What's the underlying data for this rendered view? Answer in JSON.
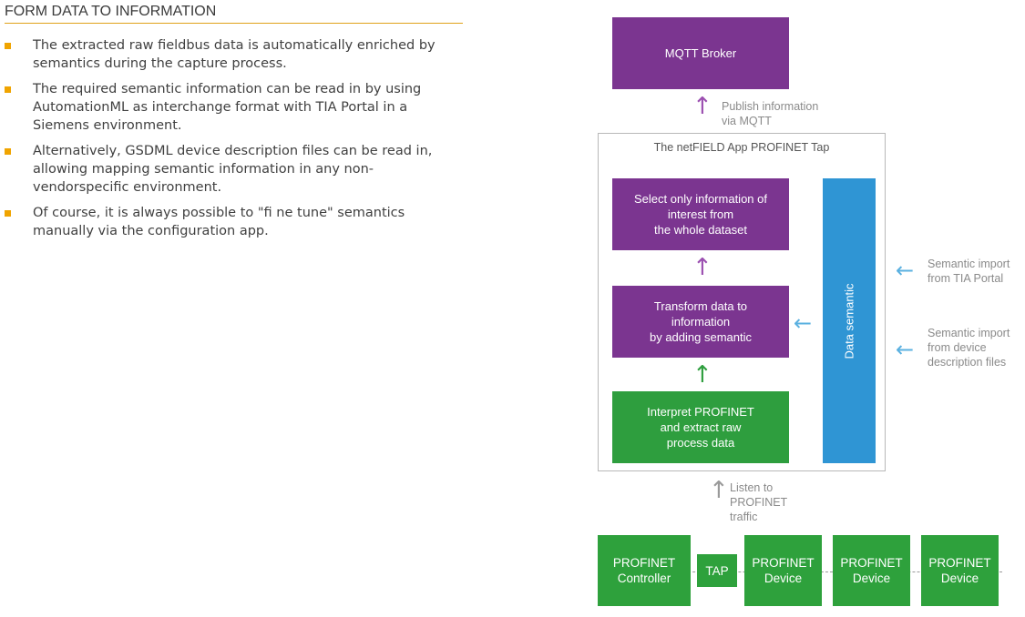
{
  "heading": "FORM DATA TO INFORMATION",
  "bullets": [
    "The extracted raw fieldbus data is automatically enriched by semantics during the capture process.",
    "The required semantic information can be read in by using AutomationML as interchange format with TIA Portal in a Siemens environment.",
    "Alternatively, GSDML device description files can be read in, allowing mapping semantic information in any non-vendorspecific environment.",
    "Of course, it is always possible to \"fi ne tune\" semantics manually via the configuration app."
  ],
  "diagram": {
    "broker": "MQTT Broker",
    "publish_note": "Publish information\nvia MQTT",
    "frame_title": "The netFIELD App PROFINET Tap",
    "select_box": "Select only information of\ninterest from\nthe whole dataset",
    "transform_box": "Transform data to\ninformation\nby adding semantic",
    "interpret_box": "Interpret PROFINET\nand extract raw\nprocess data",
    "data_semantic": "Data semantic",
    "import_tia": "Semantic import\nfrom TIA Portal",
    "import_device": "Semantic import\nfrom device\ndescription files",
    "listen_note": "Listen to\nPROFINET\ntraffic",
    "controller": "PROFINET\nController",
    "tap": "TAP",
    "devices": [
      "PROFINET\nDevice",
      "PROFINET\nDevice",
      "PROFINET\nDevice"
    ]
  },
  "colors": {
    "accent": "#f0a400",
    "purple": "#7b3590",
    "green": "#2e9e3e",
    "blue": "#2f95d4"
  },
  "icons": {
    "bullet": "orange-square-icon",
    "arrow_up": "arrow-up-icon",
    "arrow_left": "arrow-left-icon"
  }
}
